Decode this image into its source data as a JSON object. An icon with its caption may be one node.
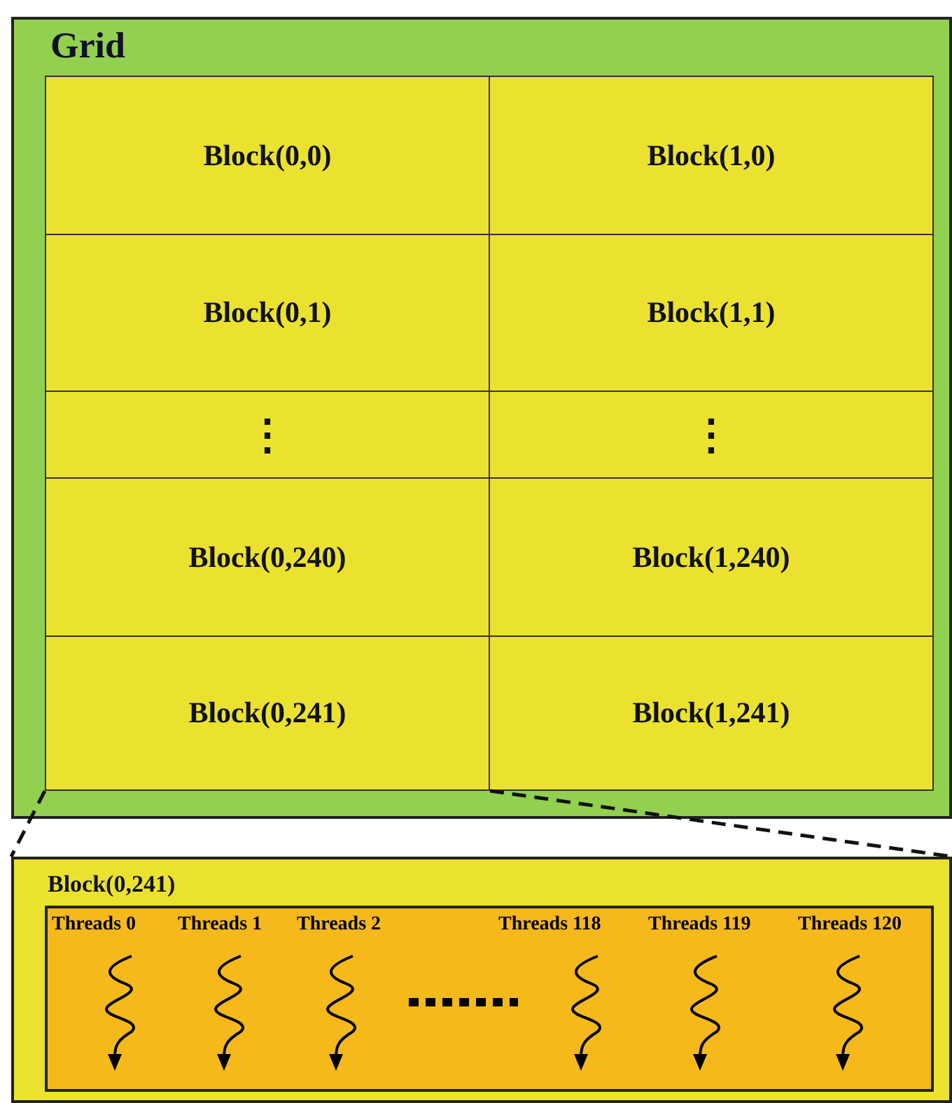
{
  "diagram": {
    "nodes": [
      {
        "text": [
          "Grid"
        ]
      },
      {
        "text": [
          "Block(0,0)"
        ],
        "in": 0
      },
      {
        "text": [
          "Block(1,0)"
        ],
        "in": 0
      },
      {
        "text": [
          "Block(0,1)"
        ],
        "in": 0
      },
      {
        "text": [
          "Block(1,1)"
        ],
        "in": 0
      },
      {
        "text": [
          "⋮"
        ],
        "in": 0
      },
      {
        "text": [
          "⋮"
        ],
        "in": 0
      },
      {
        "text": [
          "Block(0,240)"
        ],
        "in": 0
      },
      {
        "text": [
          "Block(1,240)"
        ],
        "in": 0
      },
      {
        "text": [
          "Block(0,241)"
        ],
        "in": 0
      },
      {
        "text": [
          "Block(1,241)"
        ],
        "in": 0
      },
      {
        "text": [
          "Block(0,241)"
        ]
      },
      {
        "text": [],
        "shape": "box",
        "in": 11
      }
    ],
    "edges": [
      {
        "from": 9,
        "to": 11,
        "arrow": "none",
        "style": "dashed"
      },
      {
        "from": 9,
        "to": 11,
        "arrow": "none",
        "style": "dashed"
      }
    ],
    "labels": [
      "Threads 0",
      "Threads 1",
      "Threads 2",
      "Threads 118",
      "Threads 119",
      "Threads 120"
    ]
  }
}
